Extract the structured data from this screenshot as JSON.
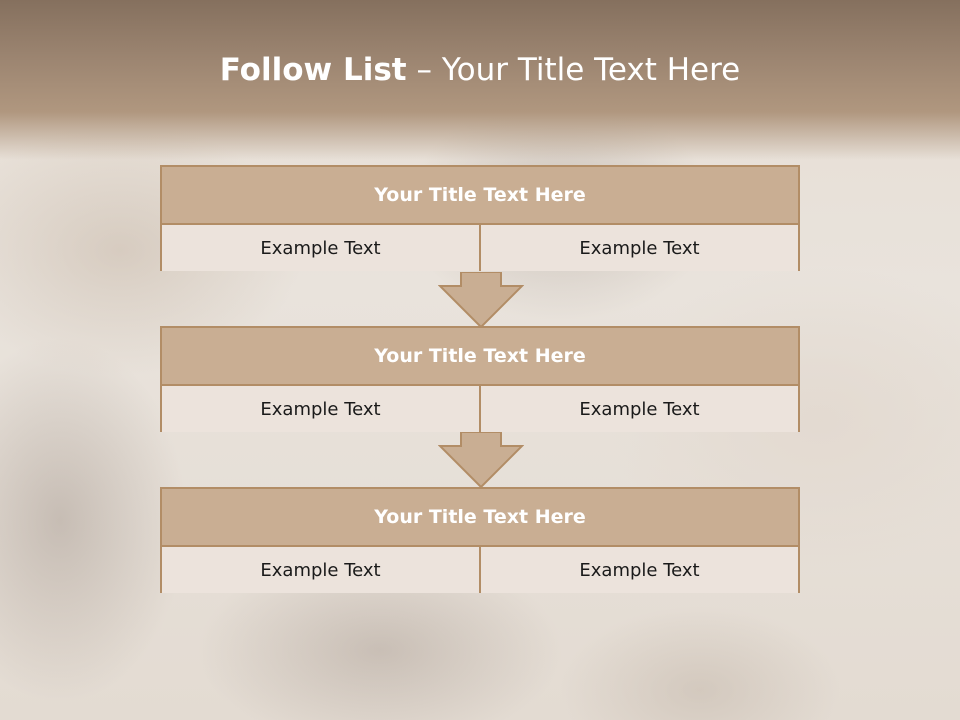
{
  "slide": {
    "title_bold": "Follow List",
    "title_rest": " – Your Title Text Here"
  },
  "boxes": [
    {
      "title": "Your Title Text Here",
      "left": "Example Text",
      "right": "Example Text"
    },
    {
      "title": "Your Title Text Here",
      "left": "Example Text",
      "right": "Example Text"
    },
    {
      "title": "Your Title Text Here",
      "left": "Example Text",
      "right": "Example Text"
    }
  ],
  "colors": {
    "header": "#9b8470",
    "box_header": "#c9ae93",
    "border": "#b28d66",
    "cell": "#ece3dc"
  }
}
